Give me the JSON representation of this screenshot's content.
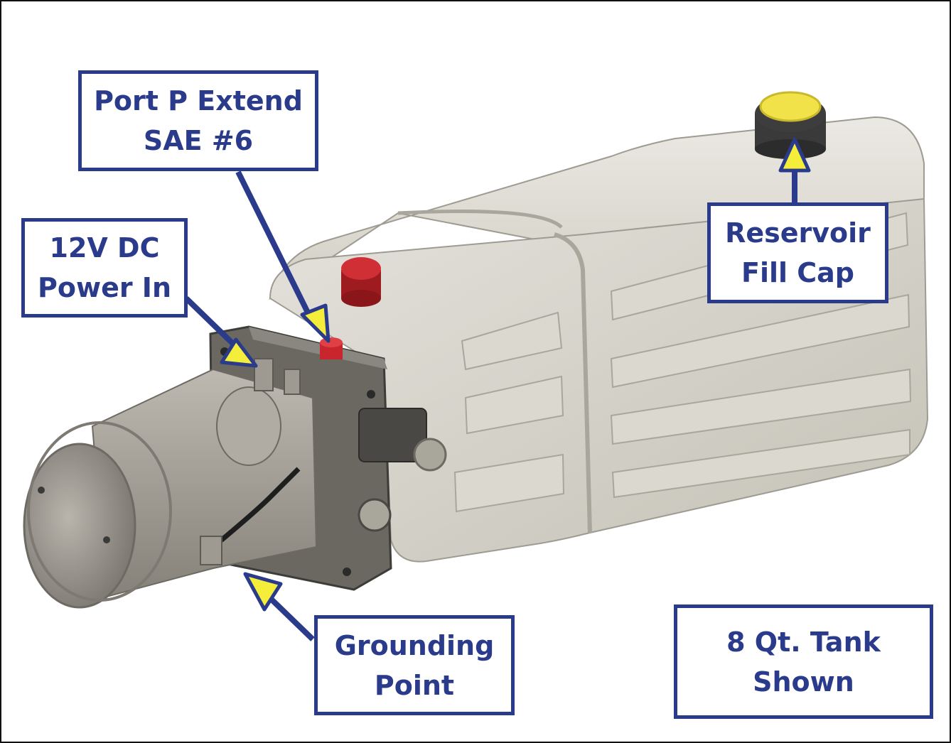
{
  "colors": {
    "label": "#2b3b8c",
    "arrow_fill": "#f4ee3a",
    "arrow_stroke": "#2b3b8c",
    "tank": "#d6d3c9",
    "motor": "#a8a49c",
    "block": "#6b6862",
    "relief_cap": "#c8262c",
    "fill_cap": "#f2e24a"
  },
  "callouts": {
    "port_p": "Port P Extend\nSAE #6",
    "power_in": "12V DC\nPower In",
    "fill_cap": "Reservoir\nFill Cap",
    "ground": "Grounding\nPoint",
    "tank_note": "8 Qt. Tank\nShown"
  },
  "icons": {
    "motor": "electric-motor-icon",
    "tank": "reservoir-tank-icon"
  }
}
